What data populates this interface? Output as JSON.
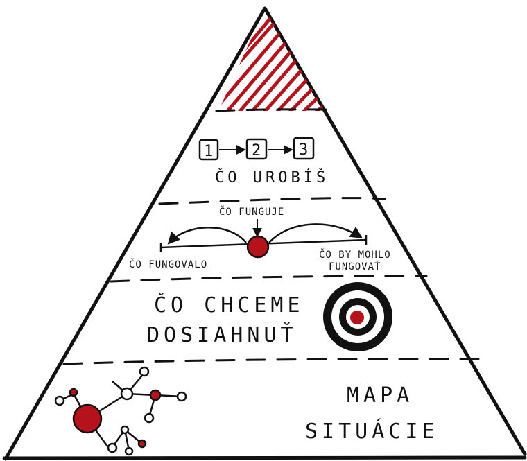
{
  "colors": {
    "ink": "#111111",
    "accent": "#b5121b",
    "paper": "#ffffff"
  },
  "levels": {
    "top": {
      "icon": "red-hatched-peak"
    },
    "steps": {
      "items": [
        "1",
        "2",
        "3"
      ],
      "label": "ČO UROBÍŠ"
    },
    "spectrum": {
      "top_label": "ČO FUNGUJE",
      "left_label": "ČO FUNGOVALO",
      "right_label_line1": "ČO BY MOHLO",
      "right_label_line2": "FUNGOVAŤ"
    },
    "goal": {
      "label_line1": "ČO CHCEME",
      "label_line2": "DOSIAHNUŤ",
      "icon": "target-icon"
    },
    "map": {
      "label_line1": "MAPA",
      "label_line2": "SITUÁCIE",
      "icon": "network-graph-icon"
    }
  }
}
